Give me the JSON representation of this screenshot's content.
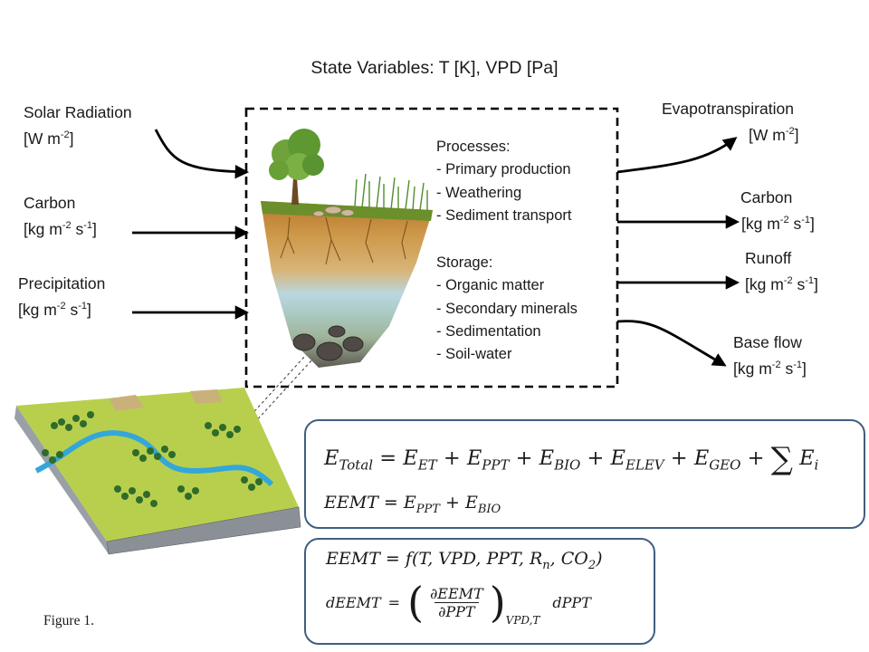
{
  "title": "State Variables: T [K], VPD [Pa]",
  "inputs": [
    {
      "name": "Solar Radiation",
      "unit": "[W m",
      "unit_exp": "-2",
      "unit_tail": "]"
    },
    {
      "name": "Carbon",
      "unit": "[kg m",
      "unit_exp": "-2",
      "unit_mid": " s",
      "unit_exp2": "-1",
      "unit_tail": "]"
    },
    {
      "name": "Precipitation",
      "unit": "[kg m",
      "unit_exp": "-2",
      "unit_mid": " s",
      "unit_exp2": "-1",
      "unit_tail": "]"
    }
  ],
  "outputs": [
    {
      "name": "Evapotranspiration",
      "unit": "[W m",
      "unit_exp": "-2",
      "unit_tail": "]"
    },
    {
      "name": "Carbon",
      "unit": "[kg m",
      "unit_exp": "-2",
      "unit_mid": " s",
      "unit_exp2": "-1",
      "unit_tail": "]"
    },
    {
      "name": "Runoff",
      "unit": "[kg m",
      "unit_exp": "-2",
      "unit_mid": " s",
      "unit_exp2": "-1",
      "unit_tail": "]"
    },
    {
      "name": "Base flow",
      "unit": "[kg m",
      "unit_exp": "-2",
      "unit_mid": " s",
      "unit_exp2": "-1",
      "unit_tail": "]"
    }
  ],
  "processes": {
    "heading": "Processes:",
    "items": [
      "- Primary production",
      "- Weathering",
      "- Sediment transport"
    ]
  },
  "storage": {
    "heading": "Storage:",
    "items": [
      "- Organic matter",
      "- Secondary minerals",
      "- Sedimentation",
      "- Soil-water"
    ]
  },
  "equations": {
    "e_total": {
      "lhs": "E",
      "lhs_sub": "Total",
      "terms": [
        {
          "op": "=",
          "sym": "E",
          "sub": "ET"
        },
        {
          "op": "+",
          "sym": "E",
          "sub": "PPT"
        },
        {
          "op": "+",
          "sym": "E",
          "sub": "BIO"
        },
        {
          "op": "+",
          "sym": "E",
          "sub": "ELEV"
        },
        {
          "op": "+",
          "sym": "E",
          "sub": "GEO"
        }
      ],
      "sum_op": "+",
      "sum_symbol": "∑",
      "sum_term": "E",
      "sum_sub": "i"
    },
    "eemt_def": {
      "lhs": "EEMT",
      "op": "=",
      "t1": "E",
      "t1_sub": "PPT",
      "op2": "+",
      "t2": "E",
      "t2_sub": "BIO"
    },
    "eemt_func": {
      "lhs": "EEMT",
      "op": "=",
      "fn": "f",
      "args_pre": "(T, VPD, PPT, R",
      "rn_sub": "n",
      "args_mid": ", CO",
      "co2_sub": "2",
      "args_post": ")"
    },
    "d_eemt": {
      "lhs": "dEEMT",
      "op": "=",
      "numerator": "∂EEMT",
      "denominator": "∂PPT",
      "paren_sub": "VPD,T",
      "rhs": "dPPT"
    }
  },
  "figure_caption": "Figure 1."
}
